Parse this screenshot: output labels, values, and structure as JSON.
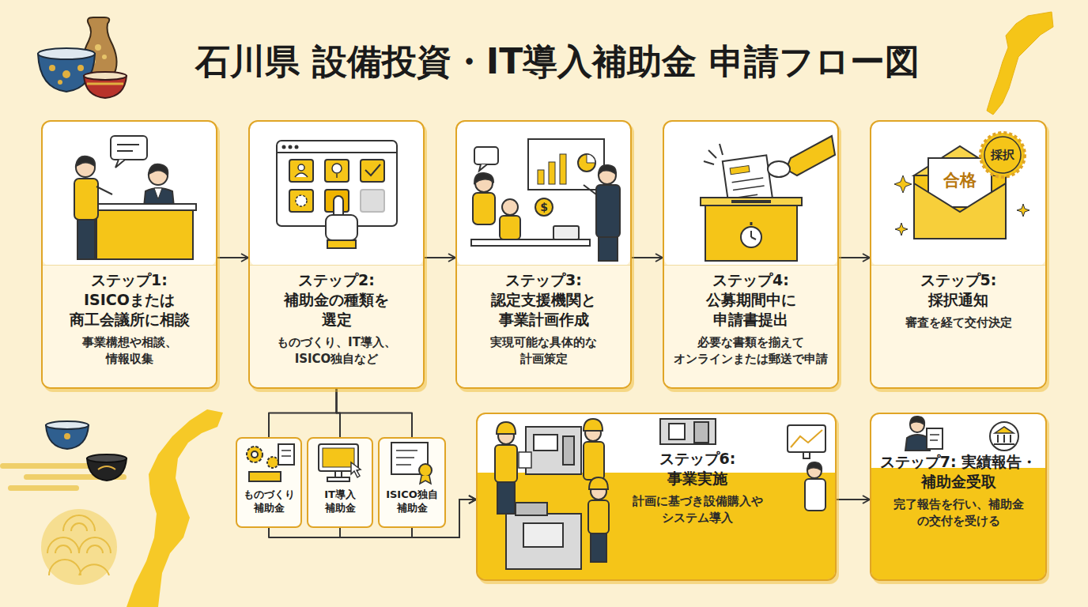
{
  "diagram": {
    "title": "石川県 設備投資・IT導入補助金 申請フロー図",
    "nodes": [
      {
        "text": [
          "ステップ1: ISICOまたは 商工会議所に相談",
          "事業構想や相談、 情報収集"
        ]
      },
      {
        "text": [
          "ステップ2: 補助金の種類を 選定",
          "ものづくり、IT導入、 ISICO独自など"
        ]
      },
      {
        "text": [
          "ステップ3: 認定支援機関と 事業計画作成",
          "実現可能な具体的な 計画策定"
        ]
      },
      {
        "text": [
          "ステップ4: 公募期間中に 申請書提出",
          "必要な書類を揃えて オンラインまたは郵送で申請"
        ]
      },
      {
        "text": [
          "ステップ5: 採択通知",
          "審査を経て交付決定"
        ]
      },
      {
        "text": [
          "ものづくり 補助金"
        ]
      },
      {
        "text": [
          "IT導入 補助金"
        ]
      },
      {
        "text": [
          "ISICO独自 補助金"
        ]
      },
      {
        "text": [
          "ステップ6: 事業実施",
          "計画に基づき設備購入や システム導入"
        ]
      },
      {
        "text": [
          "ステップ7: 実績報告・補助金受取",
          "完了報告を行い、補助金 の交付を受ける"
        ]
      }
    ],
    "edges": [
      {
        "from": 0,
        "to": 1,
        "arrow": "to"
      },
      {
        "from": 1,
        "to": 2,
        "arrow": "to"
      },
      {
        "from": 2,
        "to": 3,
        "arrow": "to"
      },
      {
        "from": 3,
        "to": 4,
        "arrow": "to"
      },
      {
        "from": 1,
        "to": 5,
        "arrow": "none"
      },
      {
        "from": 1,
        "to": 6,
        "arrow": "none"
      },
      {
        "from": 1,
        "to": 7,
        "arrow": "none"
      },
      {
        "from": 5,
        "to": 8,
        "arrow": "to"
      },
      {
        "from": 6,
        "to": 8,
        "arrow": "to"
      },
      {
        "from": 7,
        "to": 8,
        "arrow": "to"
      },
      {
        "from": 8,
        "to": 9,
        "arrow": "to"
      }
    ],
    "labels": [
      "合格",
      "採択",
      "$"
    ]
  }
}
